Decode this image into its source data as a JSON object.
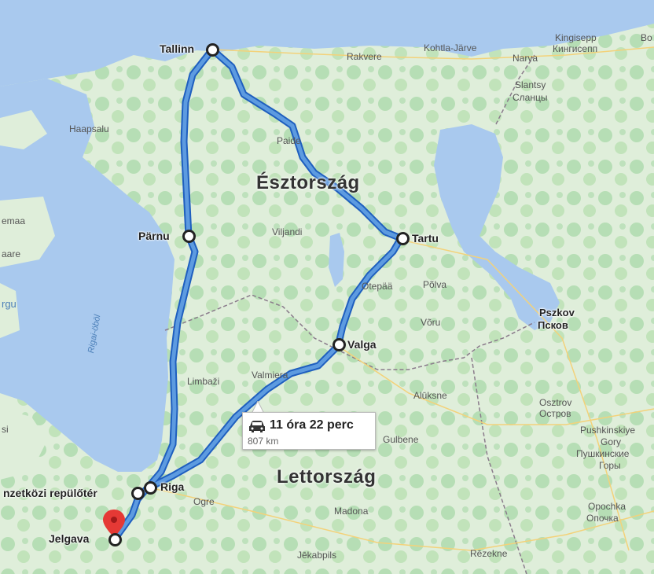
{
  "colors": {
    "water": "#a9c9ee",
    "land": "#e6efe0",
    "forest": "#a8d8a8",
    "route": "#4a86cf",
    "route_outline": "#1f5fbf",
    "border": "#8a7b8b",
    "pin": "#e53935"
  },
  "countries": {
    "estonia": "Észtország",
    "latvia": "Lettország"
  },
  "cities": {
    "tallinn": "Tallinn",
    "parnu": "Pärnu",
    "tartu": "Tartu",
    "valga": "Valga",
    "riga": "Riga",
    "airport": "nzetközi repülőtér",
    "jelgava": "Jelgava"
  },
  "places": {
    "rakvere": "Rakvere",
    "kohtla": "Kohtla-Järve",
    "narva": "Narva",
    "kingisepp": "Kingisepp",
    "kingisepp_ru": "Кингисепп",
    "slantsy": "Slantsy",
    "slantsy_ru": "Сланцы",
    "haapsalu": "Haapsalu",
    "paide": "Paide",
    "viljandi": "Viljandi",
    "otepaa": "Otepää",
    "polva": "Põlva",
    "voru": "Võru",
    "pskov": "Pszkov",
    "pskov_ru": "Псков",
    "limbazi": "Limbaži",
    "valmiera": "Valmiera",
    "aluksne": "Alūksne",
    "gulbene": "Gulbene",
    "ostrov": "Osztrov",
    "ostrov_ru": "Остров",
    "pushkin": "Pushkinskiye",
    "gory": "Gory",
    "pushkin_ru": "Пушкинские",
    "gory_ru": "Горы",
    "opochka": "Opochka",
    "opochka_ru": "Опочка",
    "ogre": "Ogre",
    "madona": "Madona",
    "jekabpils": "Jēkabpils",
    "rezekne": "Rēzekne",
    "emaa": "emaa",
    "aare": "aare",
    "rgu": "rgu",
    "si": "si",
    "bo": "Bo"
  },
  "water": {
    "gulf": "Rigai-öböl"
  },
  "route": {
    "duration": "11 óra 22 perc",
    "distance": "807 km",
    "mode": "car-icon"
  }
}
